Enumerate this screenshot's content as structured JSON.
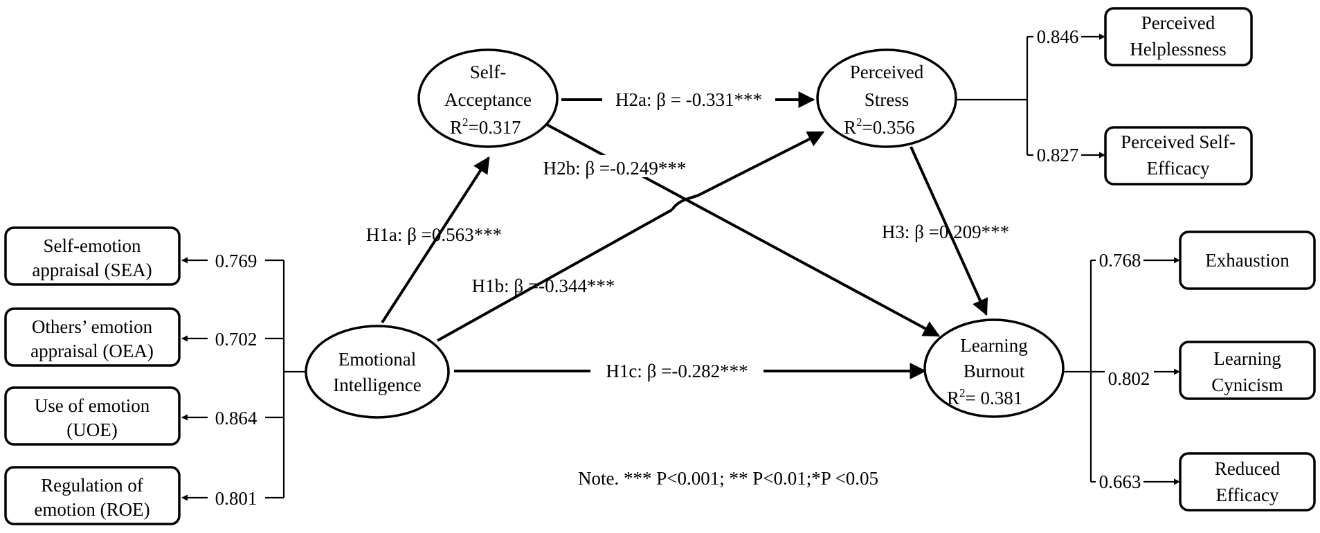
{
  "latent": {
    "ei": [
      "Emotional",
      "Intelligence"
    ],
    "sa": [
      "Self-",
      "Acceptance"
    ],
    "sa_r2": "=0.317",
    "ps": [
      "Perceived",
      "Stress"
    ],
    "ps_r2": "=0.356",
    "lb": [
      "Learning",
      "Burnout"
    ],
    "lb_r2": "= 0.381",
    "r2_prefix": "R",
    "r2_sup": "2"
  },
  "ei_indicators": [
    {
      "lines": [
        "Self-emotion",
        "appraisal (SEA)"
      ],
      "loading": "0.769"
    },
    {
      "lines": [
        "Others’ emotion",
        "appraisal (OEA)"
      ],
      "loading": "0.702"
    },
    {
      "lines": [
        "Use of emotion",
        "(UOE)"
      ],
      "loading": "0.864"
    },
    {
      "lines": [
        "Regulation of",
        "emotion (ROE)"
      ],
      "loading": "0.801"
    }
  ],
  "ps_indicators": [
    {
      "lines": [
        "Perceived",
        "Helplessness"
      ],
      "loading": "0.846"
    },
    {
      "lines": [
        "Perceived Self-",
        "Efficacy"
      ],
      "loading": "0.827"
    }
  ],
  "lb_indicators": [
    {
      "lines": [
        "Exhaustion"
      ],
      "loading": "0.768"
    },
    {
      "lines": [
        "Learning",
        "Cynicism"
      ],
      "loading": "0.802"
    },
    {
      "lines": [
        "Reduced",
        "Efficacy"
      ],
      "loading": "0.663"
    }
  ],
  "paths": {
    "h1a": "H1a: β =0.563***",
    "h1b": "H1b: β =-0.344***",
    "h1c": "H1c: β =-0.282***",
    "h2a": "H2a: β = -0.331***",
    "h2b": "H2b: β =-0.249***",
    "h3": "H3: β =0.209***"
  },
  "note": "Note. *** P<0.001; ** P<0.01;*P <0.05"
}
